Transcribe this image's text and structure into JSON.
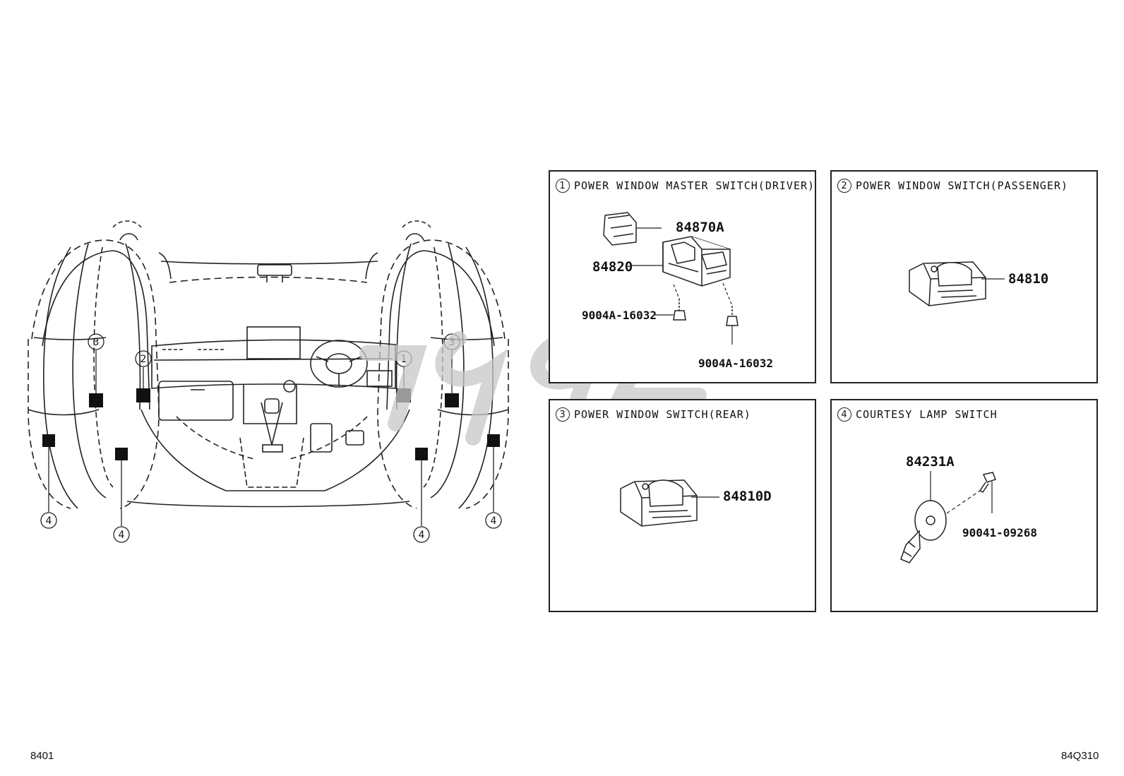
{
  "panels": [
    {
      "num": "1",
      "title": "POWER WINDOW MASTER SWITCH(DRIVER)",
      "parts": [
        "84870A",
        "84820",
        "9004A-16032",
        "9004A-16032"
      ]
    },
    {
      "num": "2",
      "title": "POWER WINDOW SWITCH(PASSENGER)",
      "parts": [
        "84810"
      ]
    },
    {
      "num": "3",
      "title": "POWER WINDOW SWITCH(REAR)",
      "parts": [
        "84810D"
      ]
    },
    {
      "num": "4",
      "title": "COURTESY LAMP SWITCH",
      "parts": [
        "84231A",
        "90041-09268"
      ]
    }
  ],
  "overview_refs": [
    "3",
    "2",
    "1",
    "3",
    "4",
    "4",
    "4",
    "4"
  ],
  "footer": {
    "left": "8401",
    "right": "84Q310"
  },
  "colors": {
    "line": "#222222",
    "watermark": "#c8c8c8"
  },
  "icons": [
    "car-interior-illustration",
    "switch-illustration",
    "screw-icon",
    "lamp-switch-illustration",
    "watermark-logo"
  ]
}
